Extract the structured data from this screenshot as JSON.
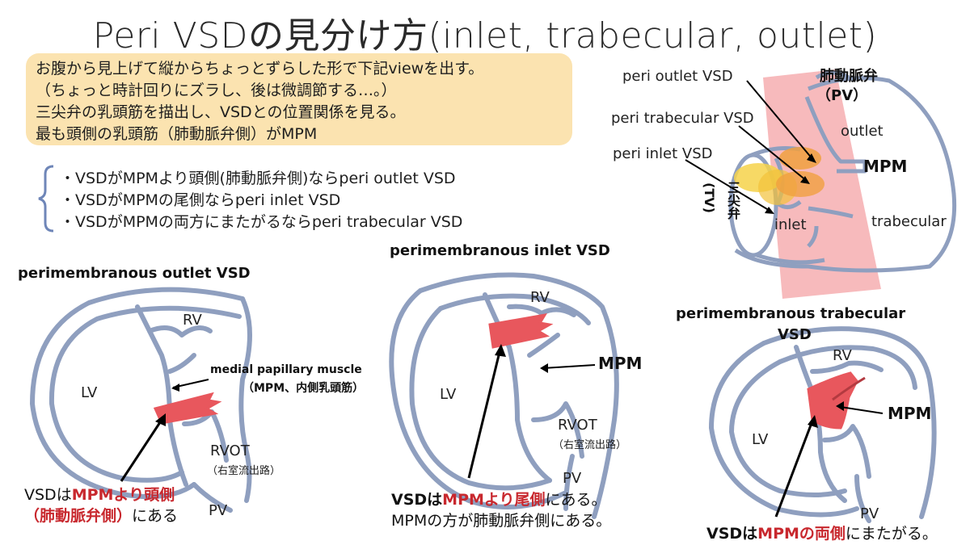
{
  "title": "Peri VSDの見分け方(inlet, trabecular, outlet)",
  "notes": [
    "お腹から見上げて縦からちょっとずらした形で下記viewを出す。",
    "（ちょっと時計回りにズラし、後は微調節する…。）",
    "三尖弁の乳頭筋を描出し、VSDとの位置関係を見る。",
    "最も頭側の乳頭筋（肺動脈弁側）がMPM"
  ],
  "rules": [
    "・VSDがMPMより頭側(肺動脈弁側)ならperi outlet VSD",
    "・VSDがMPMの尾側ならperi inlet VSD",
    "・VSDがMPMの両方にまたがるならperi trabecular VSD"
  ],
  "overview": {
    "peri_outlet": "peri outlet VSD",
    "peri_trabecular": "peri trabecular VSD",
    "peri_inlet": "peri inlet  VSD",
    "pv_label_1": "肺動脈弁",
    "pv_label_2": "（PV）",
    "outlet": "outlet",
    "mpm": "MPM",
    "tv_label": "三尖弁",
    "tv_abbr": "(TV)",
    "inlet": "inlet",
    "trabecular": "trabecular"
  },
  "outlet_panel": {
    "heading": "perimembranous outlet VSD",
    "rv": "RV",
    "lv": "LV",
    "mpm_label_1": "medial papillary muscle",
    "mpm_label_2": "（MPM、内側乳頭筋）",
    "rvot": "RVOT",
    "rvot_jp": "（右室流出路）",
    "pv": "PV",
    "conclusion_pre": "VSDは",
    "conclusion_red_1": "MPMより頭側",
    "conclusion_red_2": "（肺動脈弁側）",
    "conclusion_post": "にある"
  },
  "inlet_panel": {
    "heading": "perimembranous inlet VSD",
    "rv": "RV",
    "lv": "LV",
    "mpm": "MPM",
    "rvot": "RVOT",
    "rvot_jp": "（右室流出路）",
    "pv": "PV",
    "conclusion_pre": "VSDは",
    "conclusion_red": "MPMより尾側",
    "conclusion_post": "にある。",
    "conclusion_2": "MPMの方が肺動脈弁側にある。"
  },
  "trabecular_panel": {
    "heading_1": "perimembranous trabecular",
    "heading_2": "VSD",
    "rv": "RV",
    "lv": "LV",
    "mpm": "MPM",
    "pv": "PV",
    "conclusion_pre": "VSDは",
    "conclusion_red": "MPMの両側",
    "conclusion_post": "にまたがる。"
  },
  "colors": {
    "outline": "#8f9fbf",
    "vsd_red": "#e8575d",
    "note_bg": "#fbe3b0",
    "highlight_red": "#c8282e",
    "plane_pink": "#f4a3a6",
    "bracket_blue": "#6f86b8"
  }
}
